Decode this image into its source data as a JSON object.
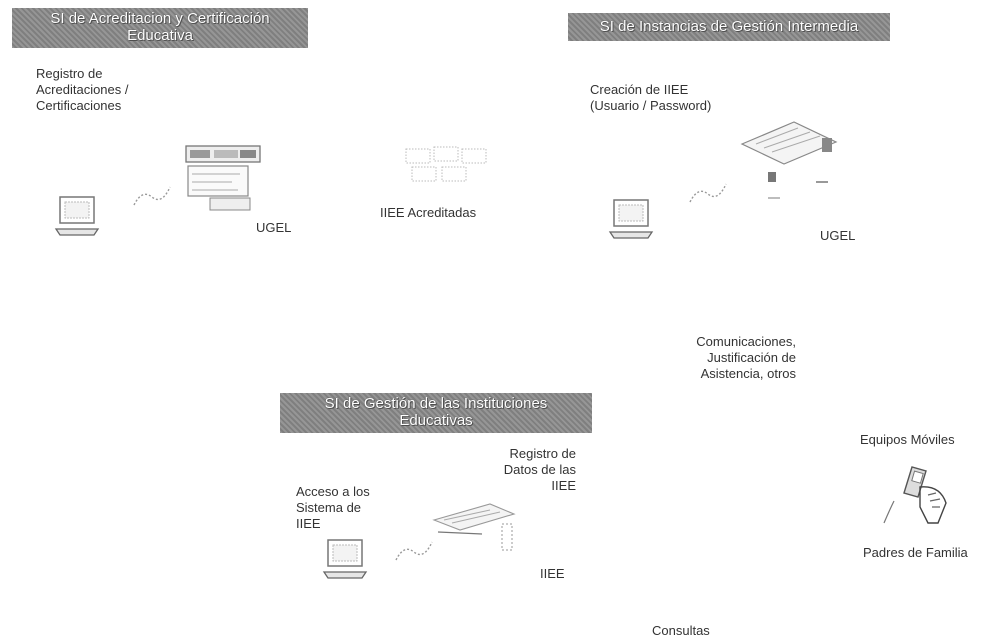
{
  "banners": {
    "acreditacion": "SI de Acreditacion y Certificación\nEducativa",
    "instancias": "SI de Instancias de Gestión Intermedia",
    "gestion_ie": "SI de Gestión de las Instituciones\nEducativas"
  },
  "labels": {
    "registro_acreditaciones": "Registro de\nAcreditaciones /\nCertificaciones",
    "ugel_left": "UGEL",
    "iiee_acreditadas": "IIEE Acreditadas",
    "creacion_iiee": "Creación de IIEE\n(Usuario / Password)",
    "ugel_right": "UGEL",
    "comunicaciones": "Comunicaciones,\nJustificación de\nAsistencia, otros",
    "equipos_moviles": "Equipos Móviles",
    "registro_datos": "Registro de\nDatos de las\nIIEE",
    "acceso": "Acceso a los\nSistema de\nIIEE",
    "iiee": "IIEE",
    "padres": "Padres de Familia",
    "consultas": "Consultas"
  }
}
